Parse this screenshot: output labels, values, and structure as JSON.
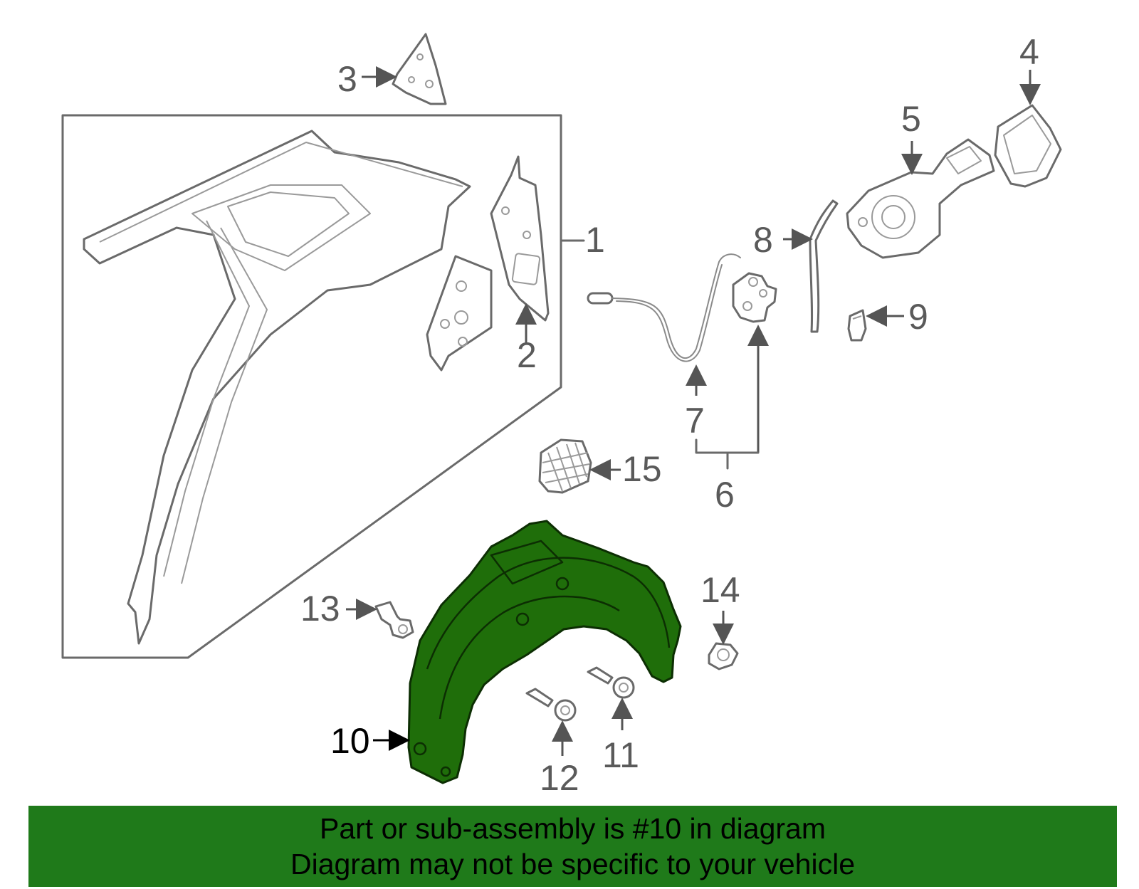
{
  "diagram": {
    "highlight_color": "#1f6e0a",
    "callouts": [
      {
        "id": "c1",
        "text": "1"
      },
      {
        "id": "c2",
        "text": "2"
      },
      {
        "id": "c3",
        "text": "3"
      },
      {
        "id": "c4",
        "text": "4"
      },
      {
        "id": "c5",
        "text": "5"
      },
      {
        "id": "c6",
        "text": "6"
      },
      {
        "id": "c7",
        "text": "7"
      },
      {
        "id": "c8",
        "text": "8"
      },
      {
        "id": "c9",
        "text": "9"
      },
      {
        "id": "c10",
        "text": "10"
      },
      {
        "id": "c11",
        "text": "11"
      },
      {
        "id": "c12",
        "text": "12"
      },
      {
        "id": "c13",
        "text": "13"
      },
      {
        "id": "c14",
        "text": "14"
      },
      {
        "id": "c15",
        "text": "15"
      }
    ]
  },
  "banner": {
    "line1": "Part or sub-assembly is #10 in diagram",
    "line2": "Diagram may not be specific to your vehicle",
    "background": "#1f7a1a"
  }
}
